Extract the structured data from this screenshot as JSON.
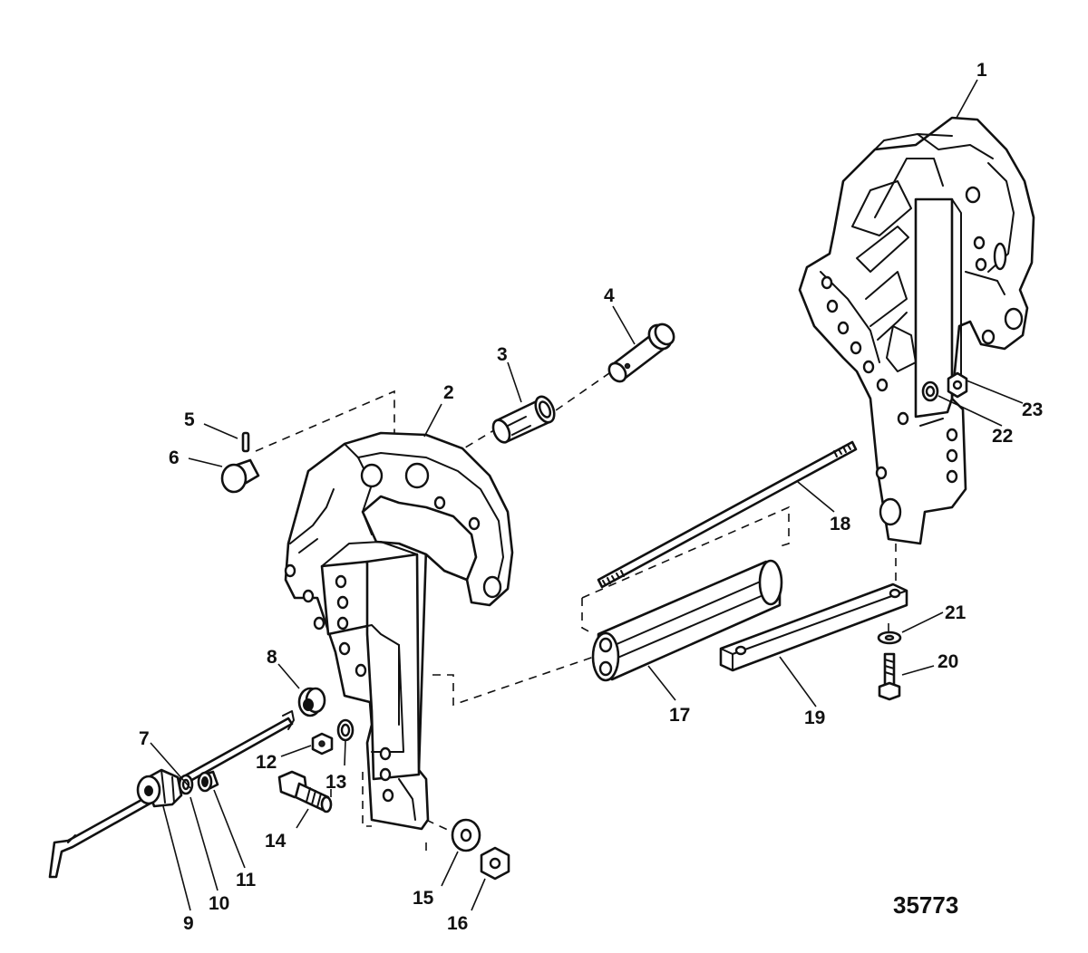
{
  "callouts": {
    "c1": "1",
    "c2": "2",
    "c3": "3",
    "c4": "4",
    "c5": "5",
    "c6": "6",
    "c7": "7",
    "c8": "8",
    "c9": "9",
    "c10": "10",
    "c11": "11",
    "c12": "12",
    "c13": "13",
    "c14": "14",
    "c15": "15",
    "c16": "16",
    "c17": "17",
    "c18": "18",
    "c19": "19",
    "c20": "20",
    "c21": "21",
    "c22": "22",
    "c23": "23"
  },
  "figure_number": "35773"
}
